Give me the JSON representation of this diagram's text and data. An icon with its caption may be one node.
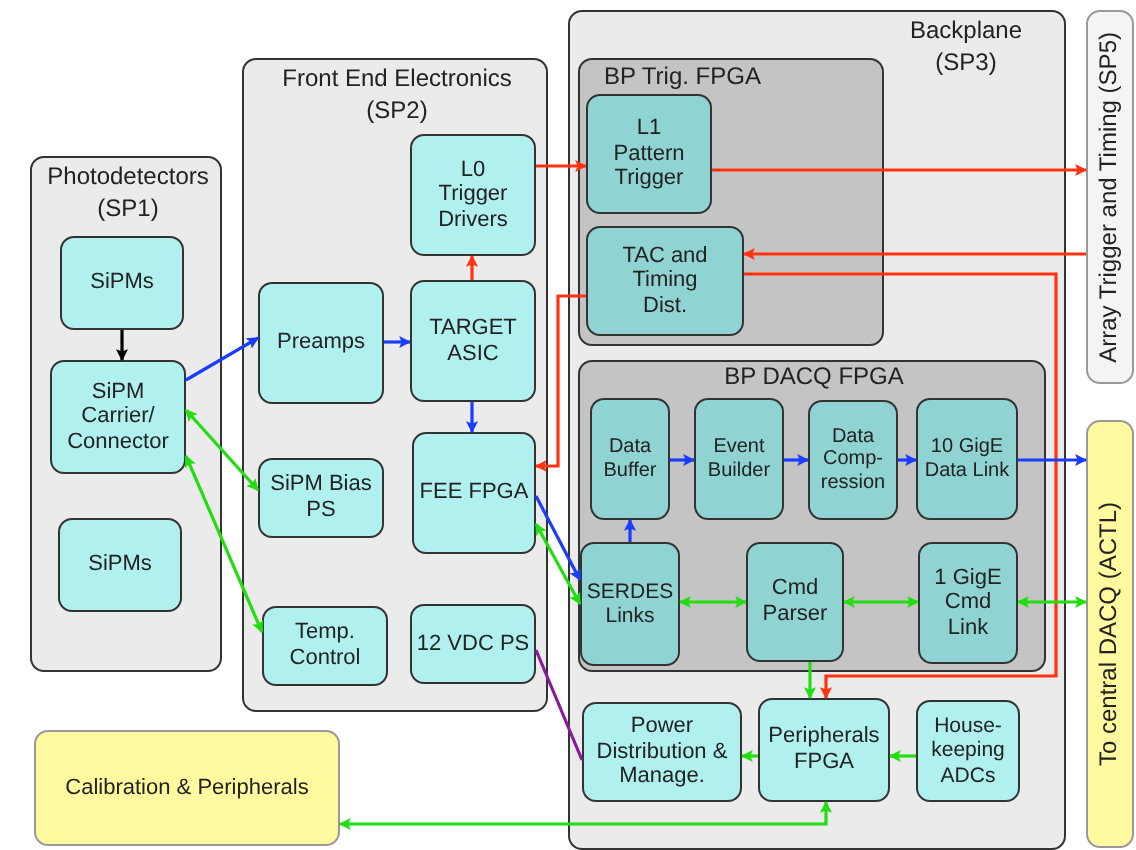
{
  "diagram": {
    "nodes": [
      {
        "text": [
          "Photodetectors (SP1)"
        ]
      },
      {
        "text": [
          "SiPMs"
        ],
        "in": 0
      },
      {
        "text": [
          "SiPM Carrier/ Connector"
        ],
        "in": 0
      },
      {
        "text": [
          "SiPMs"
        ],
        "in": 0
      },
      {
        "text": [
          "Front End Electronics (SP2)"
        ]
      },
      {
        "text": [
          "L0 Trigger Drivers"
        ],
        "in": 4
      },
      {
        "text": [
          "Preamps"
        ],
        "in": 4
      },
      {
        "text": [
          "TARGET ASIC"
        ],
        "in": 4
      },
      {
        "text": [
          "SiPM Bias PS"
        ],
        "in": 4
      },
      {
        "text": [
          "FEE FPGA"
        ],
        "in": 4
      },
      {
        "text": [
          "Temp. Control"
        ],
        "in": 4
      },
      {
        "text": [
          "12 VDC PS"
        ],
        "in": 4
      },
      {
        "text": [
          "Backplane (SP3)"
        ]
      },
      {
        "text": [
          "BP Trig. FPGA"
        ],
        "in": 12
      },
      {
        "text": [
          "L1 Pattern Trigger"
        ],
        "in": 13
      },
      {
        "text": [
          "TAC and Timing Dist."
        ],
        "in": 13
      },
      {
        "text": [
          "BP DACQ FPGA"
        ],
        "in": 12
      },
      {
        "text": [
          "Data Buffer"
        ],
        "in": 16
      },
      {
        "text": [
          "Event Builder"
        ],
        "in": 16
      },
      {
        "text": [
          "Data Comp-ression"
        ],
        "in": 16
      },
      {
        "text": [
          "10 GigE Data Link"
        ],
        "in": 16
      },
      {
        "text": [
          "SERDES Links"
        ],
        "in": 16
      },
      {
        "text": [
          "Cmd Parser"
        ],
        "in": 16
      },
      {
        "text": [
          "1 GigE Cmd Link"
        ],
        "in": 16
      },
      {
        "text": [
          "Power Distribution & Manage."
        ],
        "in": 12
      },
      {
        "text": [
          "Peripherals FPGA"
        ],
        "in": 12
      },
      {
        "text": [
          "House-keeping ADCs"
        ],
        "in": 12
      },
      {
        "text": [
          "Array Trigger and Timing (SP5)"
        ]
      },
      {
        "text": [
          "To central DACQ (ACTL)"
        ]
      },
      {
        "text": [
          "Calibration & Peripherals"
        ]
      }
    ],
    "edges": [
      {
        "from": 1,
        "to": 2,
        "arrow": "to",
        "color": "#000000"
      },
      {
        "from": 2,
        "to": 6,
        "arrow": "to",
        "color": "#1a3cff"
      },
      {
        "from": 6,
        "to": 7,
        "arrow": "to",
        "color": "#1a3cff"
      },
      {
        "from": 7,
        "to": 5,
        "arrow": "to",
        "color": "#ff3311"
      },
      {
        "from": 7,
        "to": 9,
        "arrow": "to",
        "color": "#1a3cff"
      },
      {
        "from": 5,
        "to": 14,
        "arrow": "to",
        "color": "#ff3311"
      },
      {
        "from": 14,
        "to": 27,
        "arrow": "to",
        "color": "#ff3311"
      },
      {
        "from": 27,
        "to": 15,
        "arrow": "to",
        "color": "#ff3311"
      },
      {
        "from": 15,
        "to": 9,
        "arrow": "to",
        "color": "#ff3311"
      },
      {
        "from": 15,
        "to": 25,
        "arrow": "to",
        "color": "#ff3311"
      },
      {
        "from": 2,
        "to": 8,
        "arrow": "both"
      },
      {
        "from": 2,
        "to": 10,
        "arrow": "both"
      },
      {
        "from": 9,
        "to": 21,
        "arrow": "to",
        "color": "#1a3cff"
      },
      {
        "from": 9,
        "to": 21,
        "arrow": "both"
      },
      {
        "from": 21,
        "to": 17,
        "arrow": "to",
        "color": "#1a3cff"
      },
      {
        "from": 17,
        "to": 18,
        "arrow": "to",
        "color": "#1a3cff"
      },
      {
        "from": 18,
        "to": 19,
        "arrow": "to",
        "color": "#1a3cff"
      },
      {
        "from": 19,
        "to": 20,
        "arrow": "to",
        "color": "#1a3cff"
      },
      {
        "from": 20,
        "to": 28,
        "arrow": "to",
        "color": "#1a3cff"
      },
      {
        "from": 21,
        "to": 22,
        "arrow": "both"
      },
      {
        "from": 22,
        "to": 23,
        "arrow": "both"
      },
      {
        "from": 23,
        "to": 28,
        "arrow": "both"
      },
      {
        "from": 22,
        "to": 25,
        "arrow": "to"
      },
      {
        "from": 26,
        "to": 25,
        "arrow": "to"
      },
      {
        "from": 25,
        "to": 24,
        "arrow": "to"
      },
      {
        "from": 11,
        "to": 24,
        "arrow": "none",
        "color": "#8a1a9a"
      },
      {
        "from": 29,
        "to": 25,
        "arrow": "both"
      }
    ]
  }
}
